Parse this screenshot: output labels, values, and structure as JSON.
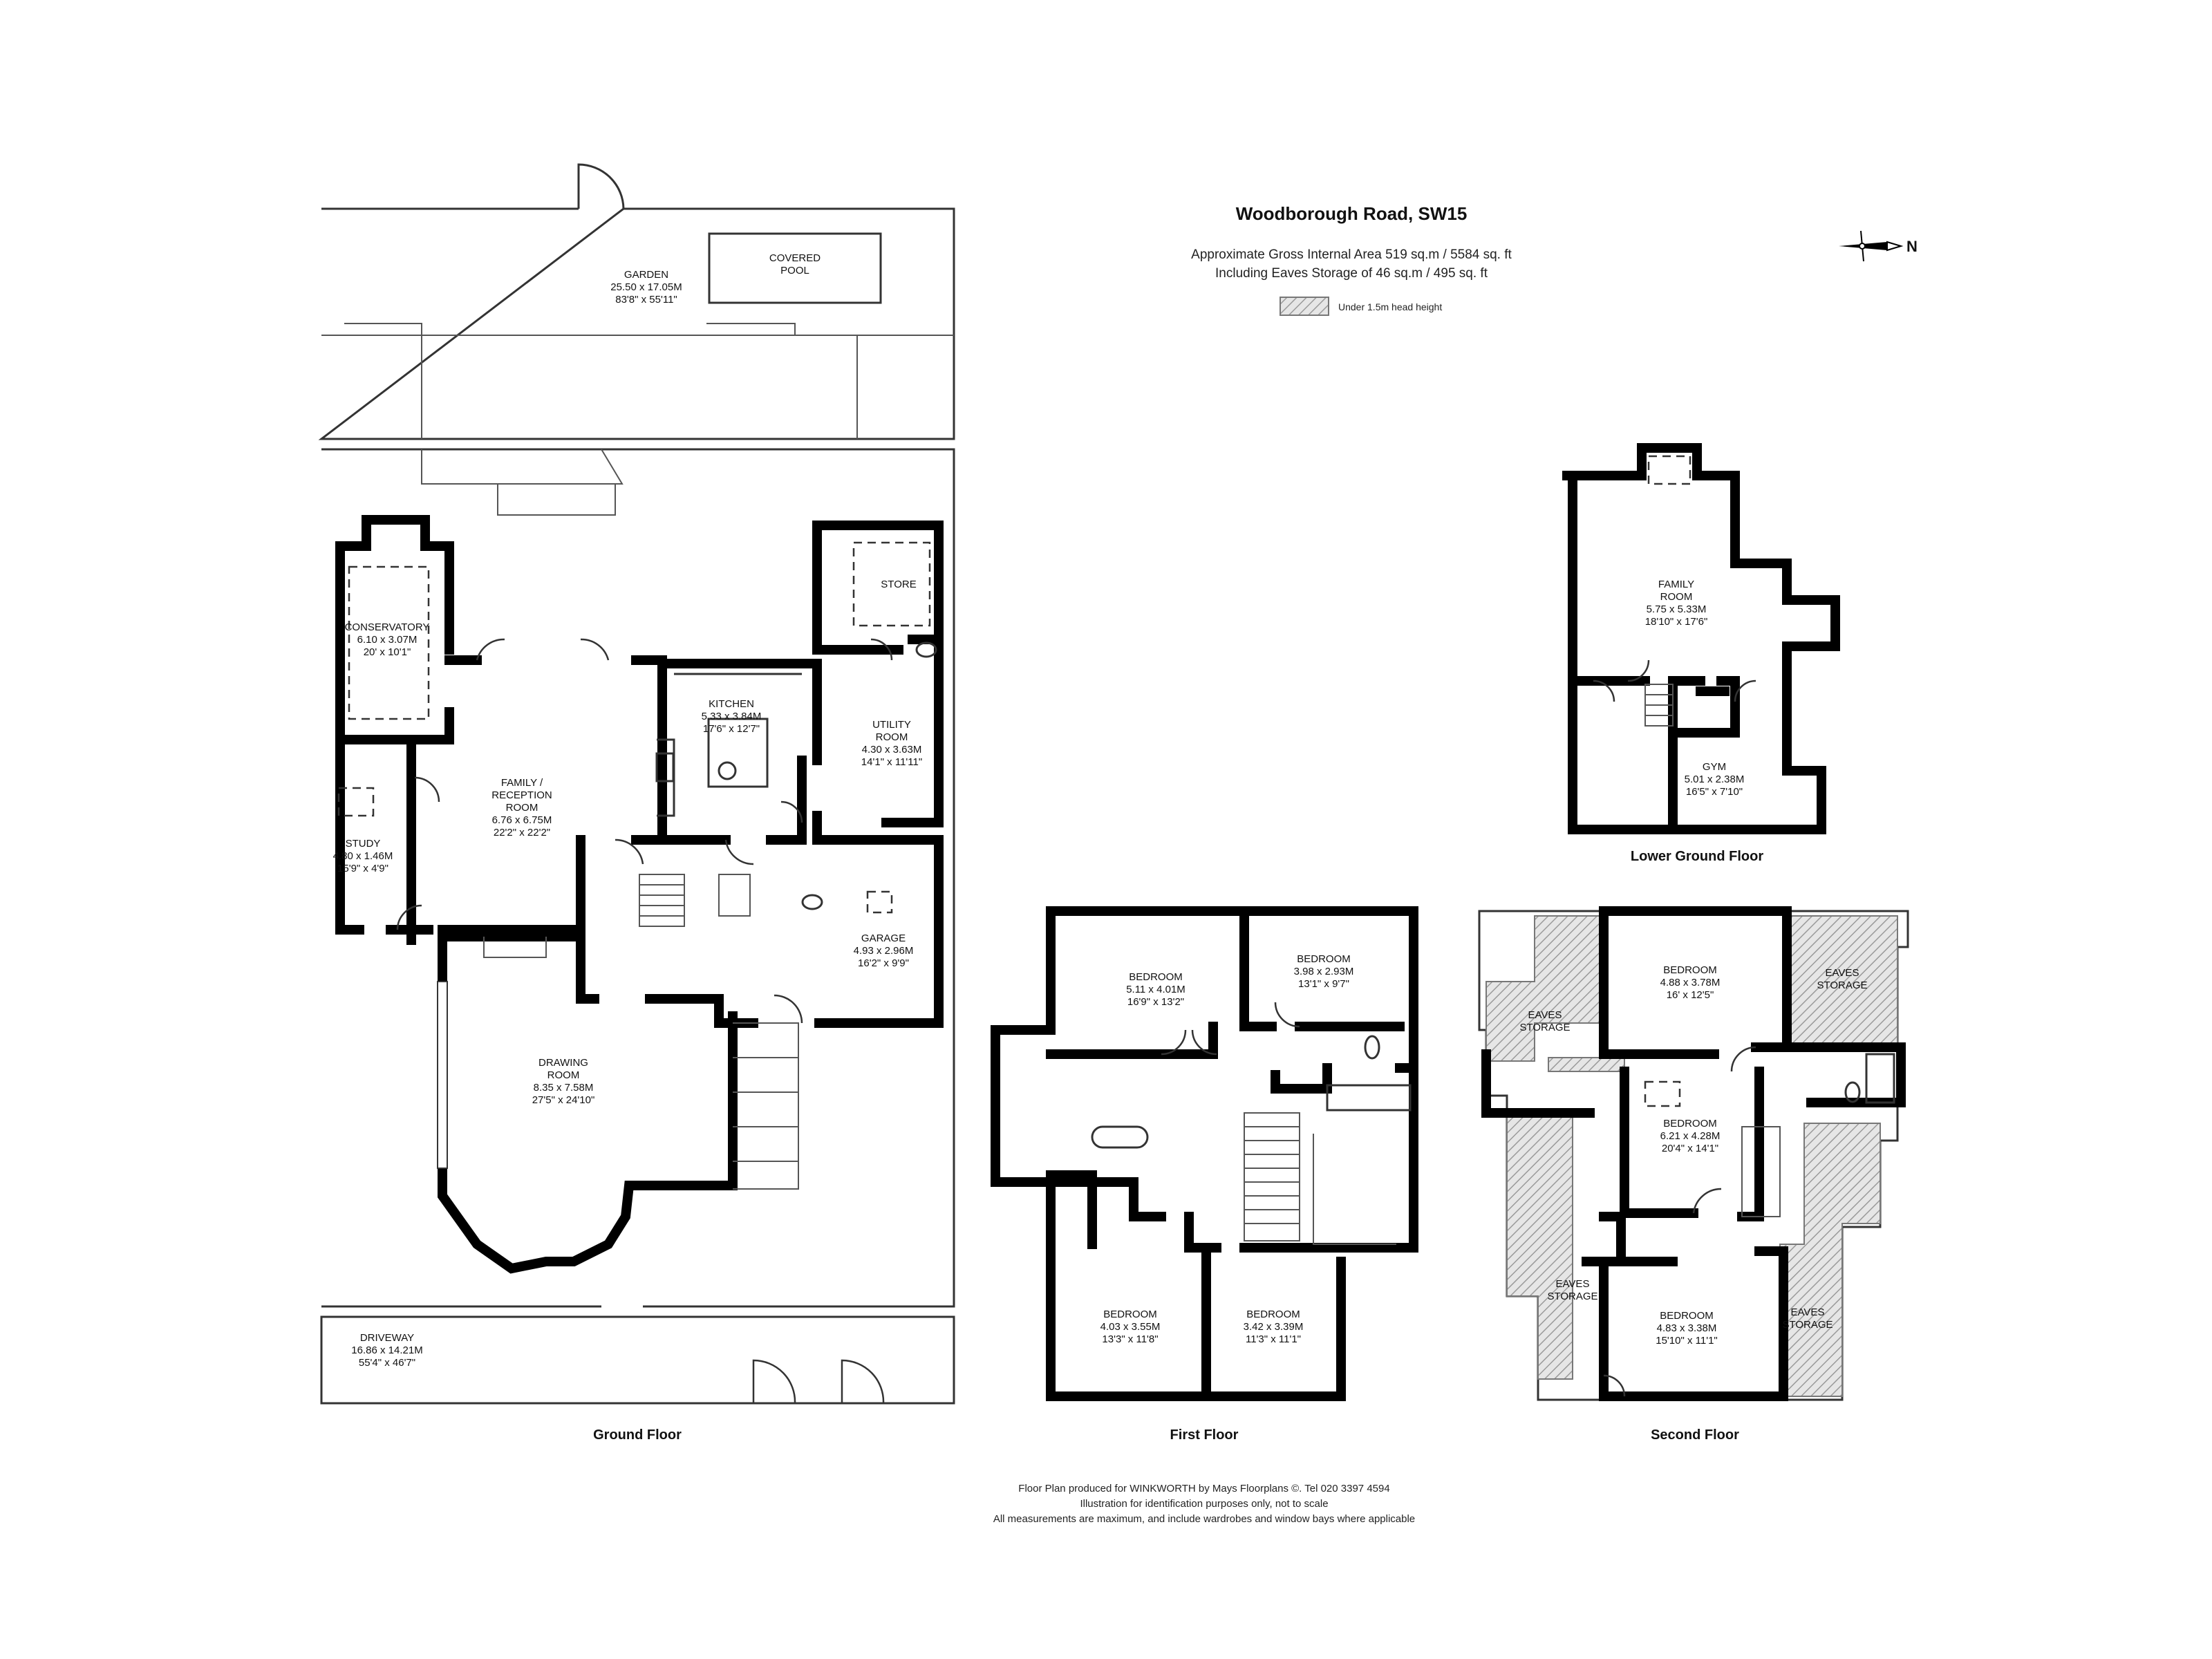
{
  "header": {
    "title": "Woodborough Road, SW15",
    "area_line1": "Approximate Gross Internal Area 519 sq.m /  5584 sq. ft",
    "area_line2": "Including Eaves Storage of 46 sq.m /  495 sq. ft"
  },
  "legend": {
    "label": "Under 1.5m head height"
  },
  "compass": {
    "label": "N"
  },
  "floors": {
    "ground": "Ground Floor",
    "first": "First Floor",
    "second": "Second Floor",
    "lower": "Lower Ground Floor"
  },
  "rooms": {
    "garden": {
      "name": "GARDEN",
      "metric": "25.50 x 17.05M",
      "imperial": "83'8\" x 55'11\""
    },
    "covered_pool": {
      "name1": "COVERED",
      "name2": "POOL"
    },
    "conservatory": {
      "name": "CONSERVATORY",
      "metric": "6.10 x 3.07M",
      "imperial": "20' x 10'1\""
    },
    "store": {
      "name": "STORE"
    },
    "kitchen": {
      "name": "KITCHEN",
      "metric": "5.33 x 3.84M",
      "imperial": "17'6\" x 12'7\""
    },
    "utility": {
      "name1": "UTILITY",
      "name2": "ROOM",
      "metric": "4.30 x 3.63M",
      "imperial": "14'1\" x 11'11\""
    },
    "family_reception": {
      "name1": "FAMILY /",
      "name2": "RECEPTION",
      "name3": "ROOM",
      "metric": "6.76 x 6.75M",
      "imperial": "22'2\" x 22'2\""
    },
    "study": {
      "name": "STUDY",
      "metric": "4.80 x 1.46M",
      "imperial": "15'9\" x 4'9\""
    },
    "garage": {
      "name": "GARAGE",
      "metric": "4.93 x 2.96M",
      "imperial": "16'2\" x 9'9\""
    },
    "drawing": {
      "name1": "DRAWING",
      "name2": "ROOM",
      "metric": "8.35 x 7.58M",
      "imperial": "27'5\" x 24'10\""
    },
    "driveway": {
      "name": "DRIVEWAY",
      "metric": "16.86 x 14.21M",
      "imperial": "55'4\" x 46'7\""
    },
    "ff_bed1": {
      "name": "BEDROOM",
      "metric": "5.11 x 4.01M",
      "imperial": "16'9\" x 13'2\""
    },
    "ff_bed2": {
      "name": "BEDROOM",
      "metric": "3.98 x 2.93M",
      "imperial": "13'1\" x 9'7\""
    },
    "ff_bed3": {
      "name": "BEDROOM",
      "metric": "4.03 x 3.55M",
      "imperial": "13'3\" x 11'8\""
    },
    "ff_bed4": {
      "name": "BEDROOM",
      "metric": "3.42 x 3.39M",
      "imperial": "11'3\" x 11'1\""
    },
    "sf_bed1": {
      "name": "BEDROOM",
      "metric": "4.88 x 3.78M",
      "imperial": "16' x 12'5\""
    },
    "sf_bed2": {
      "name": "BEDROOM",
      "metric": "6.21 x 4.28M",
      "imperial": "20'4\" x 14'1\""
    },
    "sf_bed3": {
      "name": "BEDROOM",
      "metric": "4.83 x 3.38M",
      "imperial": "15'10\" x 11'1\""
    },
    "eaves_storage": {
      "name1": "EAVES",
      "name2": "STORAGE"
    },
    "lg_family": {
      "name1": "FAMILY",
      "name2": "ROOM",
      "metric": "5.75 x 5.33M",
      "imperial": "18'10\" x 17'6\""
    },
    "lg_gym": {
      "name": "GYM",
      "metric": "5.01 x 2.38M",
      "imperial": "16'5\" x 7'10\""
    }
  },
  "footer": {
    "line1": "Floor Plan produced for WINKWORTH by Mays Floorplans ©. Tel 020 3397 4594",
    "line2": "Illustration for identification purposes only, not to scale",
    "line3": "All measurements are maximum, and include wardrobes and window bays where applicable"
  }
}
